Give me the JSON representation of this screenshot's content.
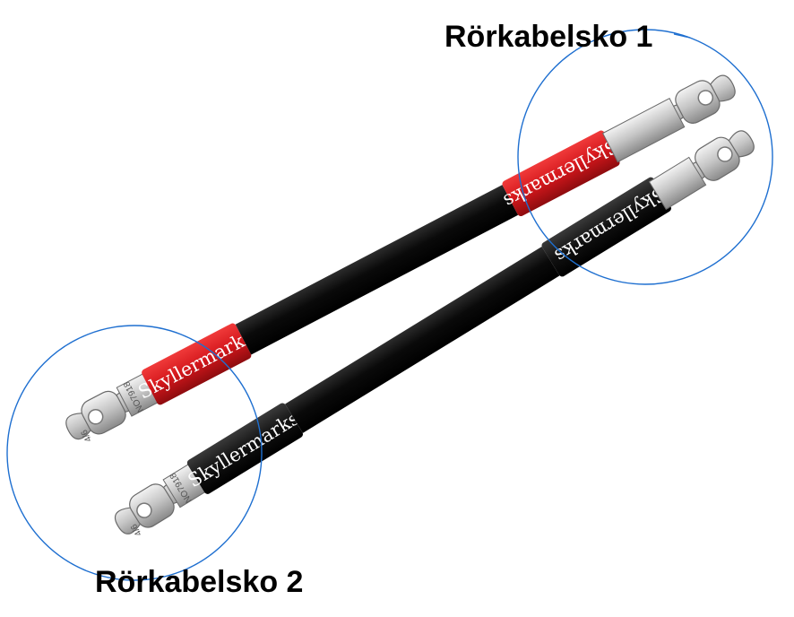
{
  "callouts": [
    {
      "label": "Rörkabelsko 1"
    },
    {
      "label": "Rörkabelsko 2"
    }
  ],
  "cables": [
    {
      "color": "red",
      "brand": "Skyllermarks"
    },
    {
      "color": "black",
      "brand": "Skyllermarks"
    }
  ],
  "lug_stamp_size": "4/6",
  "lug_stamp_code": "NO7918",
  "colors": {
    "cable_black": "#0c0c0c",
    "sleeve_red": "#d4171c",
    "lug_metal": "#c8c8c8",
    "callout_circle": "#1e6fd0",
    "label_text": "#000000"
  }
}
